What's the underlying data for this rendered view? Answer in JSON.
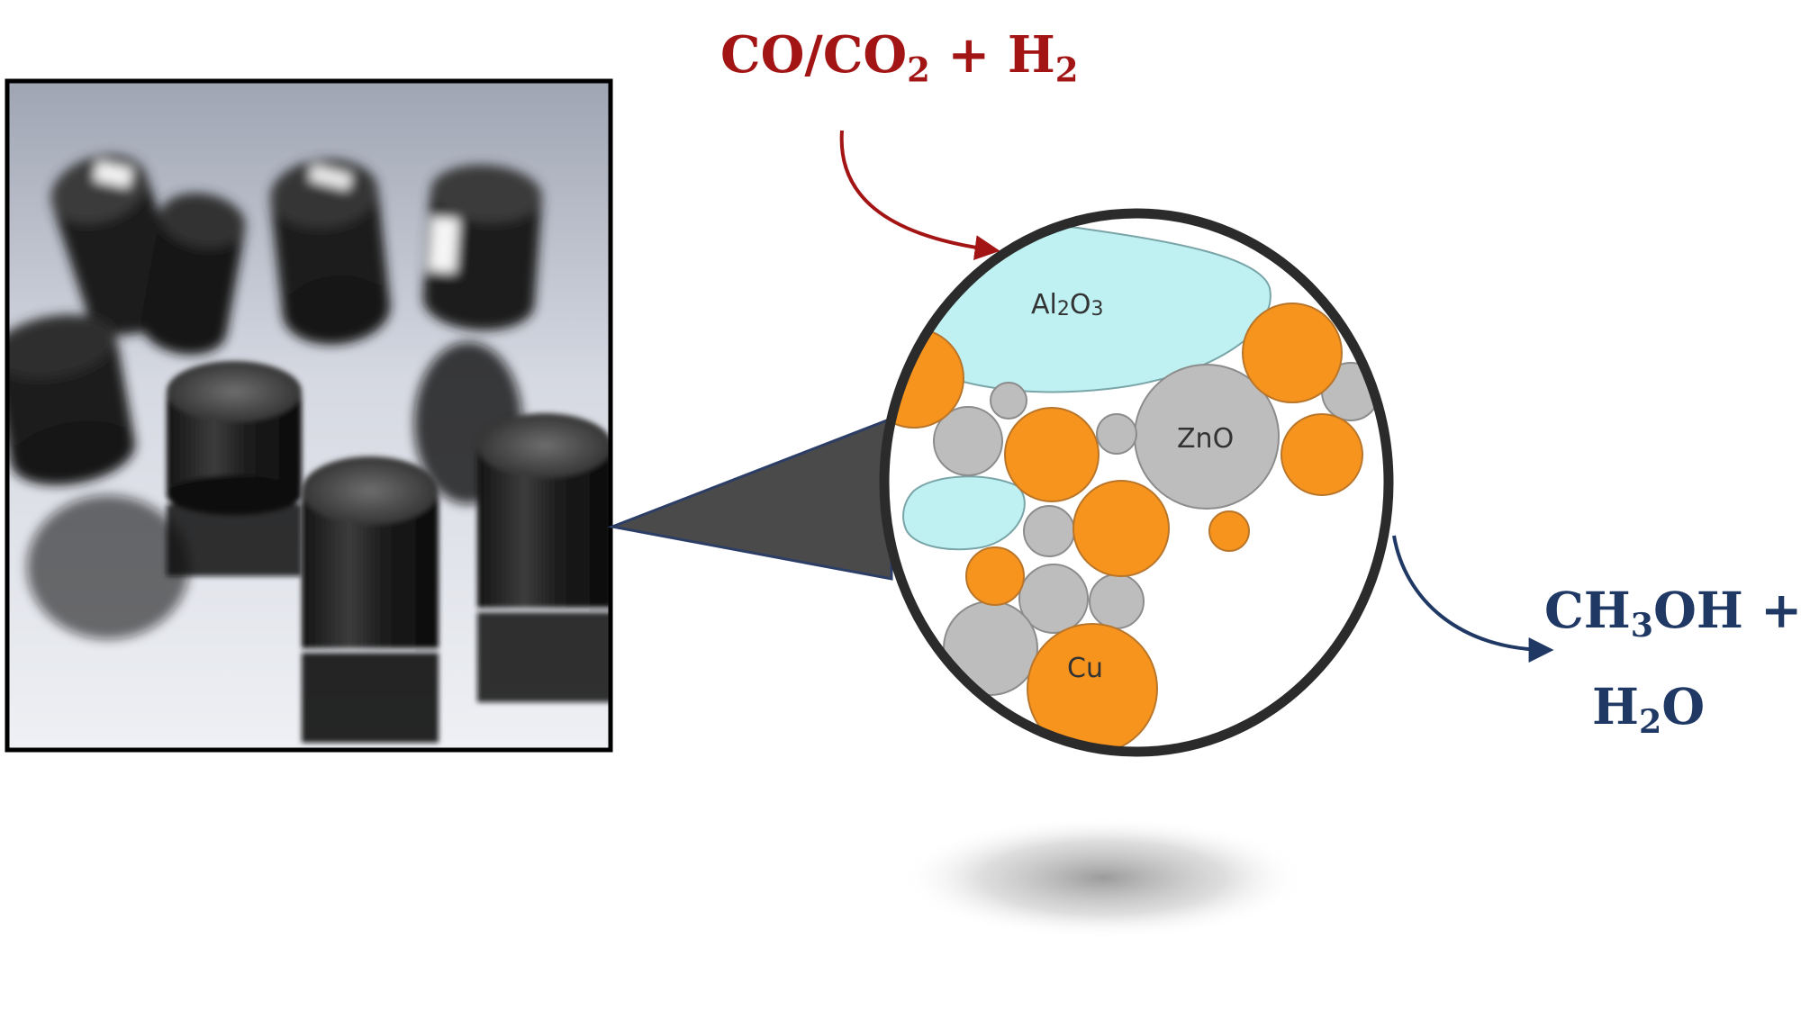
{
  "reactants": {
    "co": "CO",
    "slash": "/",
    "co2_base": "CO",
    "co2_sub": "2",
    "plus": "+",
    "h2_base": "H",
    "h2_sub": "2",
    "color": "#a31515"
  },
  "products": {
    "ch3oh_part1": "CH",
    "ch3oh_sub": "3",
    "ch3oh_part2": "OH",
    "plus": "+",
    "h2o_base": "H",
    "h2o_sub": "2",
    "h2o_tail": "O",
    "color": "#1f3864"
  },
  "catalyst_labels": {
    "alumina_base": "Al",
    "alumina_sub1": "2",
    "alumina_mid": "O",
    "alumina_sub2": "3",
    "zinc_oxide": "ZnO",
    "copper": "Cu"
  },
  "colors": {
    "copper": "#f7941d",
    "zinc_oxide": "#bdbdbd",
    "alumina": "#bff1f3",
    "lens_border": "#2b2b2b",
    "cone": "#4a4a4a"
  },
  "icons": {
    "photo": "catalyst-pellets-photo",
    "inlet": "curved-arrow-icon",
    "outlet": "curved-arrow-icon"
  }
}
